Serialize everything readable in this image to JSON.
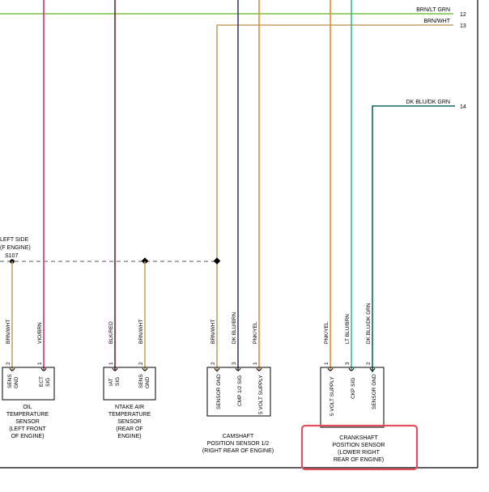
{
  "wires_top": [
    {
      "label": "BRN/LT GRN",
      "pin": "12",
      "color": "#7ac143"
    },
    {
      "label": "BRN/WHT",
      "pin": "13",
      "color": "#c8a165"
    },
    {
      "label": "DK BLU/DK GRN",
      "pin": "14",
      "color": "#0f6b5c"
    }
  ],
  "splice": {
    "line1": "LEFT SIDE",
    "line2": "(F ENGINE)",
    "id": "S107"
  },
  "wire_labels": {
    "oil_gnd": "BRN/WHT",
    "oil_sig": "VIO/BRN",
    "iat_sig": "BLK/RED",
    "iat_gnd": "BRN/WHT",
    "cmp_gnd": "BRN/WHT",
    "cmp_sig": "DK BLU/BRN",
    "cmp_5v": "PNK/YEL",
    "ckp_5v": "PNK/YEL",
    "ckp_sig": "LT BLU/BRN",
    "ckp_gnd": "DK BLU/DK GRN"
  },
  "pins": {
    "oil_gnd": "2",
    "oil_sig": "1",
    "iat_sig": "1",
    "iat_gnd": "2",
    "cmp_gnd": "2",
    "cmp_sig": "3",
    "cmp_5v": "1",
    "ckp_5v": "1",
    "ckp_sig": "3",
    "ckp_gnd": "2"
  },
  "connector_labels": {
    "oil_gnd": [
      "SENS",
      "GND"
    ],
    "oil_sig": [
      "ECT",
      "SIG"
    ],
    "iat_sig": [
      "IAT",
      "SIG"
    ],
    "iat_gnd": [
      "SENS",
      "GND"
    ],
    "cmp_gnd": "SENSOR GND",
    "cmp_sig": "CMP 1/2 SIG",
    "cmp_5v": "5 VOLT SUPPLY",
    "ckp_5v": "5 VOLT SUPPLY",
    "ckp_sig": "CKP SIG",
    "ckp_gnd": "SENSOR GND"
  },
  "components": {
    "oil": [
      "OIL",
      "TEMPERATURE",
      "SENSOR",
      "(LEFT FRONT",
      "OF ENGINE)"
    ],
    "iat": [
      "NTAKE AIR",
      "TEMPERATURE",
      "SENSOR",
      "(REAR OF",
      "ENGINE)"
    ],
    "cmp": [
      "CAMSHAFT",
      "POSITION SENSOR 1/2",
      "(RIGHT REAR OF ENGINE)"
    ],
    "ckp": [
      "CRANKSHAFT",
      "POSITION SENSOR",
      "(LOWER RIGHT",
      "REAR OF ENGINE)"
    ]
  },
  "colors": {
    "brn_lt_grn": "#7ac143",
    "brn_wht": "#c8a165",
    "dk_blu_dk_grn": "#0f6b5c",
    "vio_brn": "#d6336c",
    "blk_red": "#7a1f2b",
    "dk_blu_brn": "#3a3f6b",
    "pnk_yel": "#f08a24",
    "lt_blu_brn": "#2fbf8f",
    "highlight": "#e05060"
  }
}
